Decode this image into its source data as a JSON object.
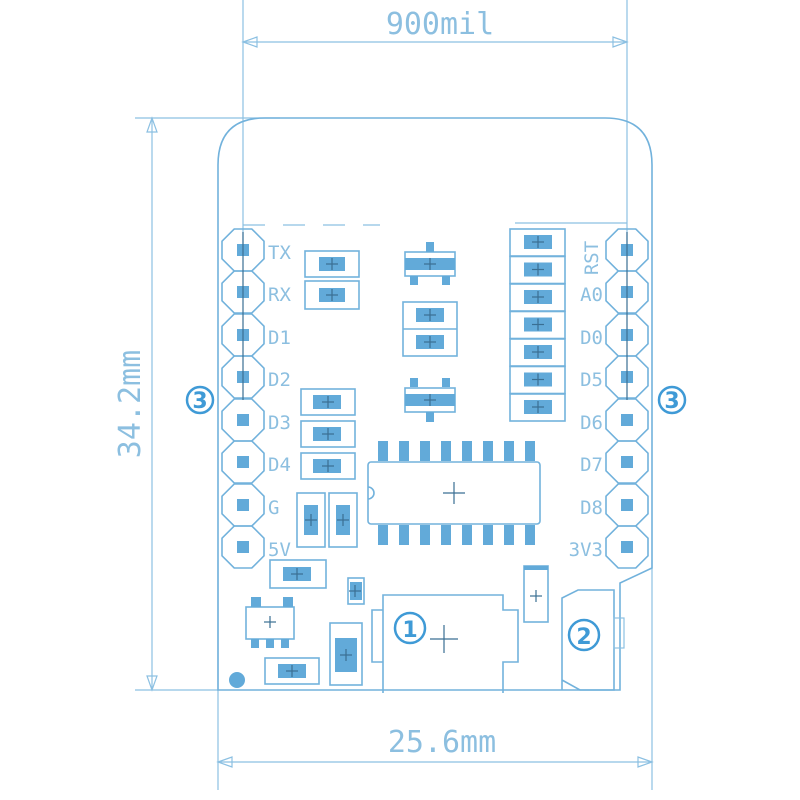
{
  "dimensions": {
    "width_top": "900mil",
    "height_left": "34.2mm",
    "width_bottom": "25.6mm"
  },
  "header_left": {
    "pins": [
      "TX",
      "RX",
      "D1",
      "D2",
      "D3",
      "D4",
      "G",
      "5V"
    ]
  },
  "header_right": {
    "pins": [
      "RST",
      "A0",
      "D0",
      "D5",
      "D6",
      "D7",
      "D8",
      "3V3"
    ]
  },
  "callouts": {
    "one": "①",
    "two": "②",
    "three_left": "③",
    "three_right": "③"
  },
  "colors": {
    "outline": "#72b2dc",
    "pad": "#62aad9",
    "callout": "#3f9ad6"
  }
}
